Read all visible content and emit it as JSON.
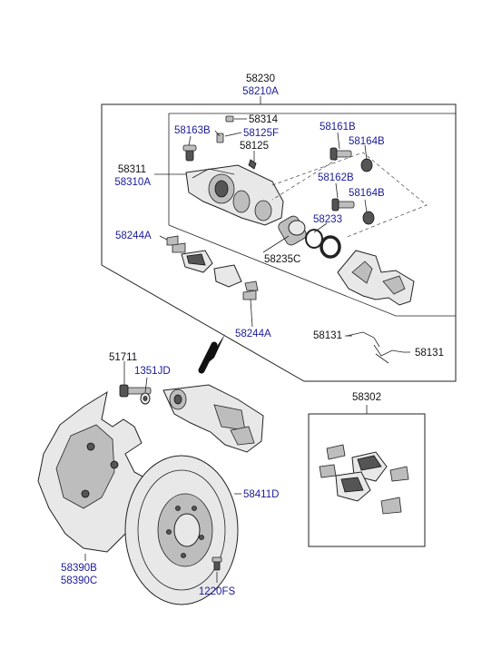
{
  "labels": {
    "caliper_assy_1": "58230",
    "caliper_assy_2": "58210A",
    "bolt_58163B": "58163B",
    "cap_58314": "58314",
    "bleeder_58125F": "58125F",
    "bleeder_58125": "58125",
    "pin_58161B": "58161B",
    "boot_58164B_top": "58164B",
    "caliper_body_1": "58311",
    "caliper_body_2": "58310A",
    "pin_58162B": "58162B",
    "boot_58164B_bottom": "58164B",
    "seal_58233": "58233",
    "shim_58244A_top": "58244A",
    "piston_58235C": "58235C",
    "shim_58244A_bottom": "58244A",
    "spring_58131_left": "58131",
    "spring_58131_right": "58131",
    "bolt_51711": "51711",
    "washer_1351JD": "1351JD",
    "pad_kit_58302": "58302",
    "disc_58411D": "58411D",
    "shield_1": "58390B",
    "shield_2": "58390C",
    "screw_1220FS": "1220FS"
  }
}
